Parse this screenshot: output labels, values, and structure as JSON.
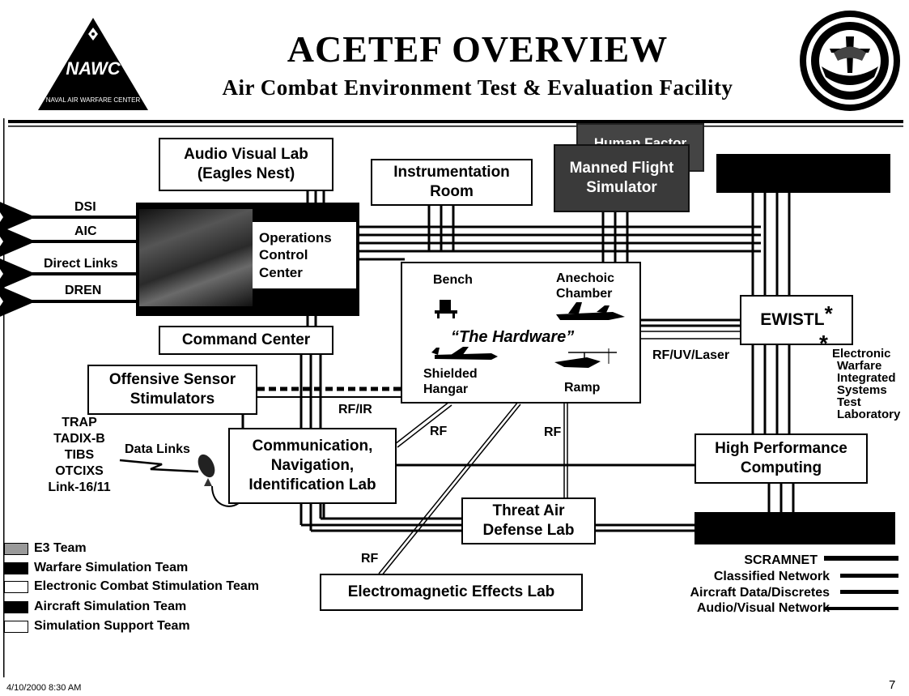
{
  "header": {
    "title": "ACETEF OVERVIEW",
    "subtitle": "Air Combat Environment Test & Evaluation Facility",
    "logo_left_text": "NAWC",
    "logo_left_caption": "NAVAL AIR WARFARE CENTER"
  },
  "boxes": {
    "audio_visual_lab": [
      "Audio Visual Lab",
      "(Eagles Nest)"
    ],
    "instrumentation_room": [
      "Instrumentation",
      "Room"
    ],
    "human_factors": "Human Factor",
    "manned_flight_simulator": [
      "Manned Flight",
      "Simulator"
    ],
    "operations_control_center": [
      "Operations",
      "Control",
      "Center"
    ],
    "command_center": "Command Center",
    "offensive_sensor_stimulators": [
      "Offensive Sensor",
      "Stimulators"
    ],
    "cni_lab": [
      "Communication,",
      "Navigation,",
      "Identification Lab"
    ],
    "threat_air_defense_lab": [
      "Threat Air",
      "Defense Lab"
    ],
    "electromagnetic_effects_lab": "Electromagnetic Effects Lab",
    "ewistl": "EWISTL",
    "ewistl_star": "*",
    "high_performance_computing": [
      "High Performance",
      "Computing"
    ]
  },
  "hardware": {
    "title": "“The Hardware”",
    "bench": "Bench",
    "anechoic": [
      "Anechoic",
      "Chamber"
    ],
    "shielded": [
      "Shielded",
      "Hangar"
    ],
    "ramp": "Ramp"
  },
  "links": {
    "dsi": "DSI",
    "aic": "AIC",
    "direct": "Direct Links",
    "dren": "DREN",
    "data_links": "Data Links",
    "trap_list": [
      "TRAP",
      "TADIX-B",
      "TIBS",
      "OTCIXS",
      "Link-16/11"
    ],
    "rf_ir": "RF/IR",
    "rf_left": "RF",
    "rf_mid": "RF",
    "rf_bottom": "RF",
    "rf_uv_laser": "RF/UV/Laser"
  },
  "ewistl_note": {
    "star": "*",
    "lines": [
      "Electronic",
      "Warfare",
      "Integrated",
      "Systems",
      "Test",
      "Laboratory"
    ]
  },
  "legend": [
    {
      "label": "E3 Team",
      "color": "#9a9a9a"
    },
    {
      "label": "Warfare Simulation Team",
      "color": "#000000"
    },
    {
      "label": "Electronic Combat Stimulation Team",
      "color": "#ffffff"
    },
    {
      "label": "Aircraft Simulation Team",
      "color": "#000000"
    },
    {
      "label": "Simulation Support Team",
      "color": "#ffffff"
    }
  ],
  "networks": [
    "SCRAMNET",
    "Classified Network",
    "Aircraft Data/Discretes",
    "Audio/Visual Network"
  ],
  "footer": {
    "date": "4/10/2000 8:30 AM",
    "page": "7"
  }
}
